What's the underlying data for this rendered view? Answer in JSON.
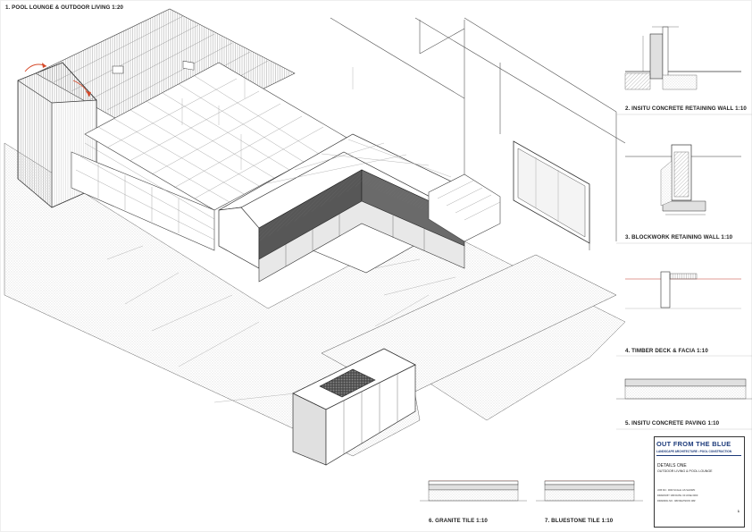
{
  "main_drawing": {
    "title": "1. POOL LOUNGE & OUTDOOR LIVING 1:20"
  },
  "details": [
    {
      "id": "retaining-concrete",
      "title": "2. INSITU CONCRETE RETAINING WALL 1:10"
    },
    {
      "id": "retaining-block",
      "title": "3. BLOCKWORK RETAINING WALL 1:10"
    },
    {
      "id": "timber-deck",
      "title": "4. TIMBER DECK & FACIA 1:10"
    },
    {
      "id": "concrete-paving",
      "title": "5. INSITU CONCRETE PAVING 1:10"
    },
    {
      "id": "granite-tile",
      "title": "6. GRANITE TILE 1:10"
    },
    {
      "id": "bluestone-tile",
      "title": "7. BLUESTONE TILE 1:10"
    }
  ],
  "title_block": {
    "company": "OUT FROM THE BLUE",
    "tagline": "LANDSCAPE ARCHITECTURE • POOL CONSTRUCTION",
    "sheet_title": "DETAILS ONE",
    "sheet_subtitle": "OUTDOOR LIVING & POOL LOUNGE",
    "rows": [
      "JOB NO.:  0000          SCALE:  AS SHOWN",
      "DRAWN BY:  ###          DATE:  00 JUNE 0000",
      "DRAWING NO.:  ###          REVISION:  ###"
    ],
    "sheet_no": "1"
  },
  "colors": {
    "line": "#333333",
    "hatch": "#8a8a8a",
    "cushion": "#555555",
    "brand": "#1c3a7a",
    "accent_arrow": "#d64a2a"
  }
}
